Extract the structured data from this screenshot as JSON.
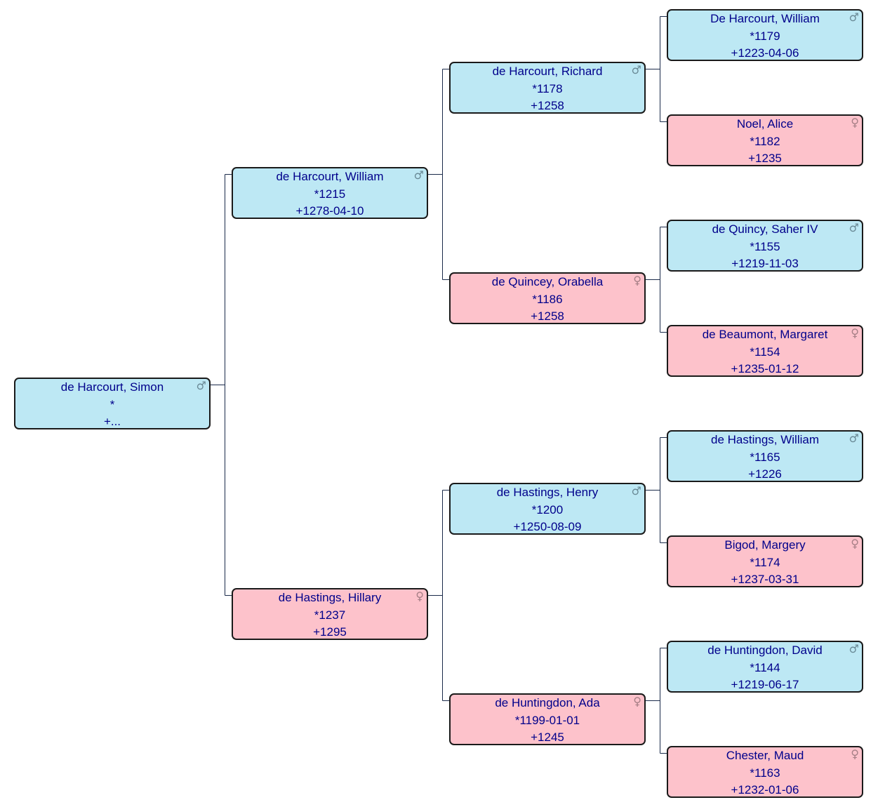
{
  "tree": {
    "colors": {
      "male_bg": "#bde8f4",
      "female_bg": "#fdc2cb",
      "text": "#00008b",
      "border": "#1a1a1a",
      "connector": "#1a2a4a"
    },
    "icons": {
      "male": "male-symbol-icon",
      "female": "female-symbol-icon"
    },
    "persons": [
      {
        "id": "p0",
        "name": "de Harcourt, Simon",
        "birth": "*",
        "death": "+...",
        "sex": "male",
        "generation": 0
      },
      {
        "id": "p1",
        "name": "de Harcourt, William",
        "birth": "*1215",
        "death": "+1278-04-10",
        "sex": "male",
        "generation": 1
      },
      {
        "id": "p2",
        "name": "de Hastings, Hillary",
        "birth": "*1237",
        "death": "+1295",
        "sex": "female",
        "generation": 1
      },
      {
        "id": "p3",
        "name": "de Harcourt, Richard",
        "birth": "*1178",
        "death": "+1258",
        "sex": "male",
        "generation": 2
      },
      {
        "id": "p4",
        "name": "de Quincey, Orabella",
        "birth": "*1186",
        "death": "+1258",
        "sex": "female",
        "generation": 2
      },
      {
        "id": "p5",
        "name": "de Hastings, Henry",
        "birth": "*1200",
        "death": "+1250-08-09",
        "sex": "male",
        "generation": 2
      },
      {
        "id": "p6",
        "name": "de Huntingdon, Ada",
        "birth": "*1199-01-01",
        "death": "+1245",
        "sex": "female",
        "generation": 2
      },
      {
        "id": "p7",
        "name": "De Harcourt, William",
        "birth": "*1179",
        "death": "+1223-04-06",
        "sex": "male",
        "generation": 3
      },
      {
        "id": "p8",
        "name": "Noel, Alice",
        "birth": "*1182",
        "death": "+1235",
        "sex": "female",
        "generation": 3
      },
      {
        "id": "p9",
        "name": "de Quincy, Saher IV",
        "birth": "*1155",
        "death": "+1219-11-03",
        "sex": "male",
        "generation": 3
      },
      {
        "id": "p10",
        "name": "de Beaumont, Margaret",
        "birth": "*1154",
        "death": "+1235-01-12",
        "sex": "female",
        "generation": 3
      },
      {
        "id": "p11",
        "name": "de Hastings, William",
        "birth": "*1165",
        "death": "+1226",
        "sex": "male",
        "generation": 3
      },
      {
        "id": "p12",
        "name": "Bigod, Margery",
        "birth": "*1174",
        "death": "+1237-03-31",
        "sex": "female",
        "generation": 3
      },
      {
        "id": "p13",
        "name": "de Huntingdon, David",
        "birth": "*1144",
        "death": "+1219-06-17",
        "sex": "male",
        "generation": 3
      },
      {
        "id": "p14",
        "name": "Chester, Maud",
        "birth": "*1163",
        "death": "+1232-01-06",
        "sex": "female",
        "generation": 3
      }
    ],
    "relations": [
      {
        "child": "p0",
        "father": "p1",
        "mother": "p2"
      },
      {
        "child": "p1",
        "father": "p3",
        "mother": "p4"
      },
      {
        "child": "p2",
        "father": "p5",
        "mother": "p6"
      },
      {
        "child": "p3",
        "father": "p7",
        "mother": "p8"
      },
      {
        "child": "p4",
        "father": "p9",
        "mother": "p10"
      },
      {
        "child": "p5",
        "father": "p11",
        "mother": "p12"
      },
      {
        "child": "p6",
        "father": "p13",
        "mother": "p14"
      }
    ]
  }
}
